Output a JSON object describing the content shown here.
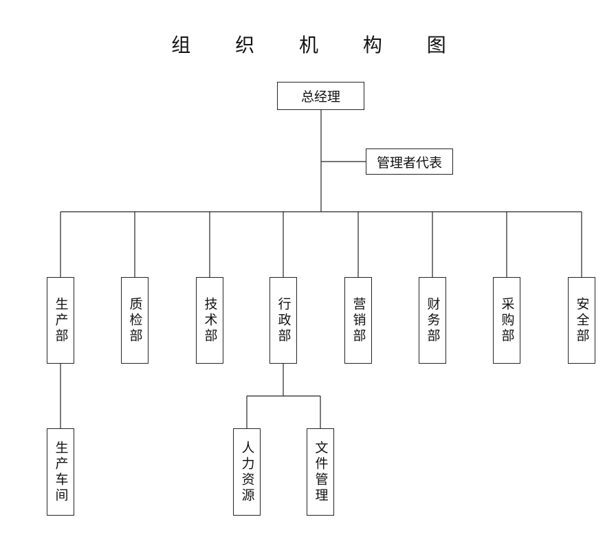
{
  "title": "组 织 机 构 图",
  "top": {
    "ceo": "总经理",
    "rep": "管理者代表"
  },
  "departments": [
    "生产部",
    "质检部",
    "技术部",
    "行政部",
    "营销部",
    "财务部",
    "采购部",
    "安全部"
  ],
  "sub": {
    "workshop": "生产车间",
    "hr": "人力资源",
    "docs": "文件管理"
  }
}
